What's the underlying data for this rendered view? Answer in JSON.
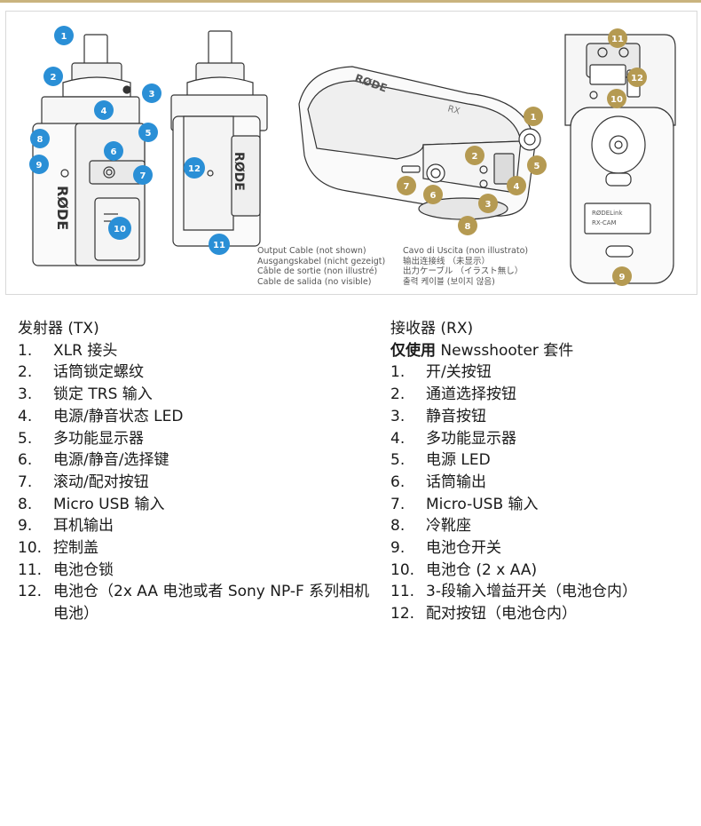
{
  "figure": {
    "tx_badges": [
      "1",
      "2",
      "3",
      "4",
      "5",
      "6",
      "7",
      "8",
      "9",
      "10",
      "11",
      "12"
    ],
    "rx_badges": [
      "1",
      "2",
      "3",
      "4",
      "5",
      "6",
      "7",
      "8",
      "9",
      "10",
      "11",
      "12"
    ],
    "brand_text": "RØDE",
    "rx_label": "RX",
    "rx_label_plate": "RØDELink",
    "rx_model_plate": "RX-CAM",
    "captions_left": [
      "Output Cable (not shown)",
      "Ausgangskabel (nicht gezeigt)",
      "Câble de sortie (non illustré)",
      "Cable de salida (no visible)"
    ],
    "captions_right": [
      "Cavo di Uscita (non illustrato)",
      "输出连接线 （未显示）",
      "出力ケーブル （イラスト無し）",
      "출력 케이블 (보이지 않음)"
    ],
    "colors": {
      "tx_badge": "#2a8fd6",
      "rx_badge": "#b59a52",
      "rule": "#c9b37e"
    }
  },
  "tx": {
    "heading_cn": "发射器",
    "heading_en": "(TX)",
    "items": [
      {
        "n": "1.",
        "t": "XLR 接头"
      },
      {
        "n": "2.",
        "t": "话筒锁定螺纹"
      },
      {
        "n": "3.",
        "t": "锁定 TRS 输入"
      },
      {
        "n": "4.",
        "t": "电源/静音状态 LED"
      },
      {
        "n": "5.",
        "t": "多功能显示器"
      },
      {
        "n": "6.",
        "t": "电源/静音/选择键"
      },
      {
        "n": "7.",
        "t": "滚动/配对按钮"
      },
      {
        "n": "8.",
        "t": "Micro USB 输入"
      },
      {
        "n": "9.",
        "t": "耳机输出"
      },
      {
        "n": "10.",
        "t": "控制盖"
      },
      {
        "n": "11.",
        "t": "电池仓锁"
      },
      {
        "n": "12.",
        "t": "电池仓（2x AA 电池或者 Sony NP-F 系列相机电池）"
      }
    ]
  },
  "rx": {
    "heading_cn": "接收器",
    "heading_en": "(RX)",
    "subheading_bold": "仅使用",
    "subheading_rest": "Newsshooter 套件",
    "items": [
      {
        "n": "1.",
        "t": "开/关按钮"
      },
      {
        "n": "2.",
        "t": "通道选择按钮"
      },
      {
        "n": "3.",
        "t": "静音按钮"
      },
      {
        "n": "4.",
        "t": "多功能显示器"
      },
      {
        "n": "5.",
        "t": "电源 LED"
      },
      {
        "n": "6.",
        "t": "话筒输出"
      },
      {
        "n": "7.",
        "t": "Micro-USB 输入"
      },
      {
        "n": "8.",
        "t": "冷靴座"
      },
      {
        "n": "9.",
        "t": "电池仓开关"
      },
      {
        "n": "10.",
        "t": "电池仓 (2 x AA)"
      },
      {
        "n": "11.",
        "t": "3-段输入增益开关（电池仓内）"
      },
      {
        "n": "12.",
        "t": "配对按钮（电池仓内）"
      }
    ]
  }
}
